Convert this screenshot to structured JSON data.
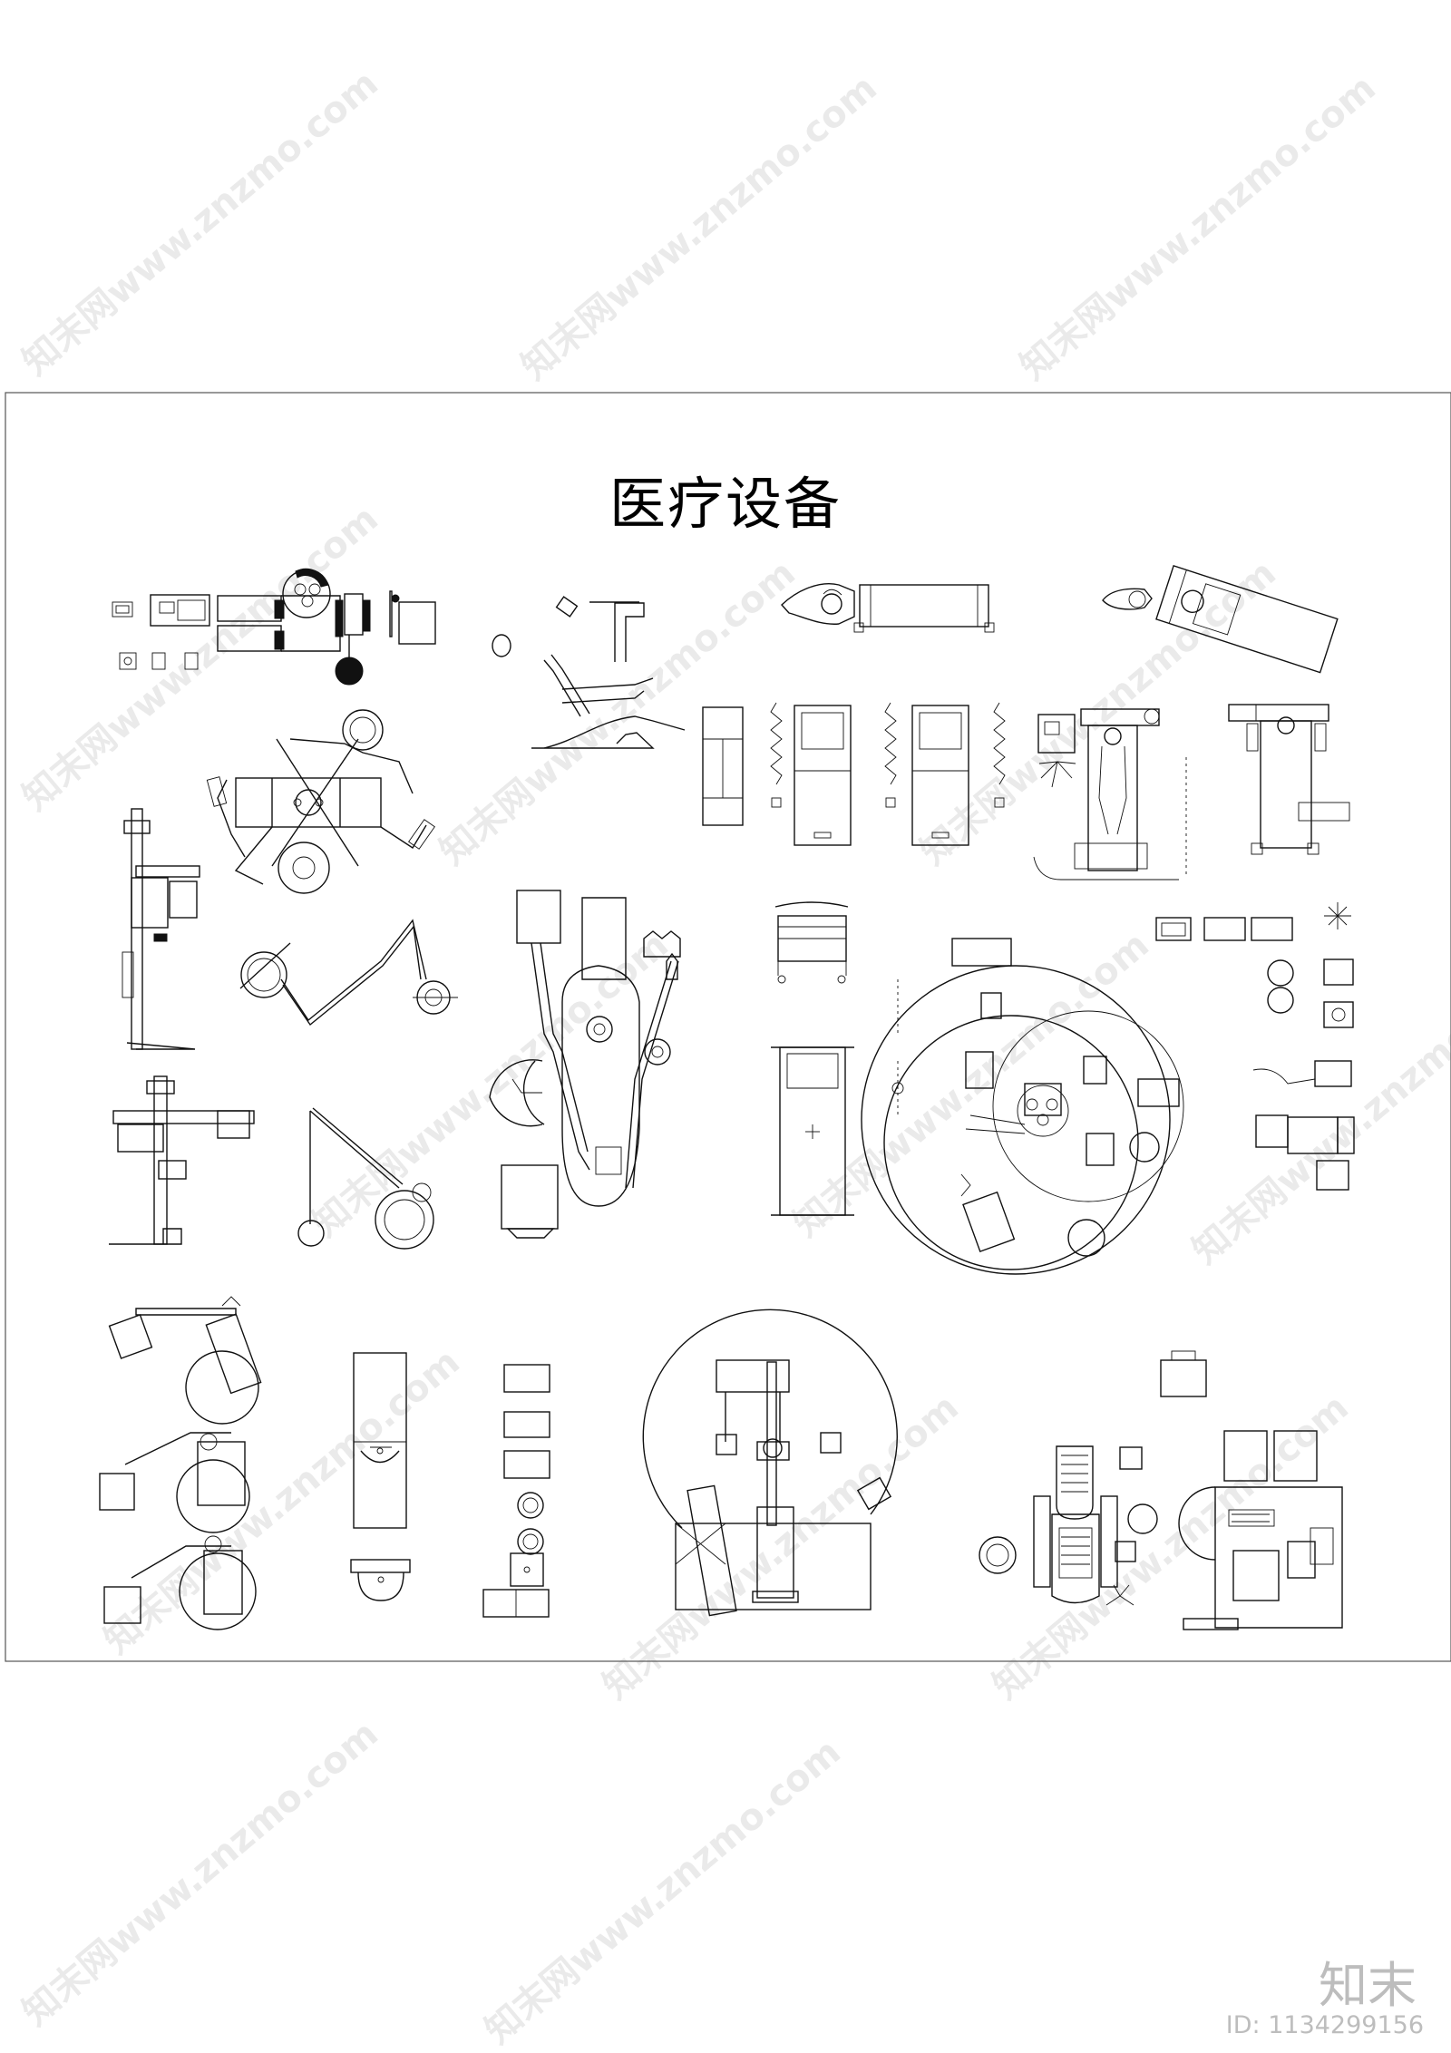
{
  "drawing": {
    "title": "医疗设备"
  },
  "watermark": {
    "text": "知末网www.znzmo.com"
  },
  "brand": {
    "logo_text": "知末",
    "asset_id": "ID: 1134299156"
  },
  "colors": {
    "line": "#111111",
    "frame": "#555555",
    "watermark": "#a0a0a0",
    "brand": "#bdbdbd"
  }
}
